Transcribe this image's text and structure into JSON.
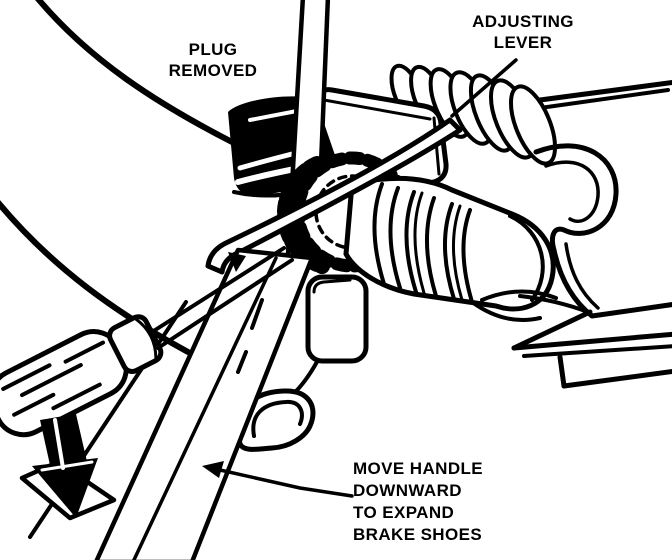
{
  "colors": {
    "ink": "#000000",
    "paper": "#ffffff"
  },
  "labels": {
    "plug_removed": {
      "line1": "PLUG",
      "line2": "REMOVED"
    },
    "adjusting_lever": {
      "line1": "ADJUSTING",
      "line2": "LEVER"
    },
    "move_handle": {
      "line1": "MOVE HANDLE",
      "line2": "DOWNWARD",
      "line3": "TO EXPAND",
      "line4": "BRAKE SHOES"
    }
  }
}
